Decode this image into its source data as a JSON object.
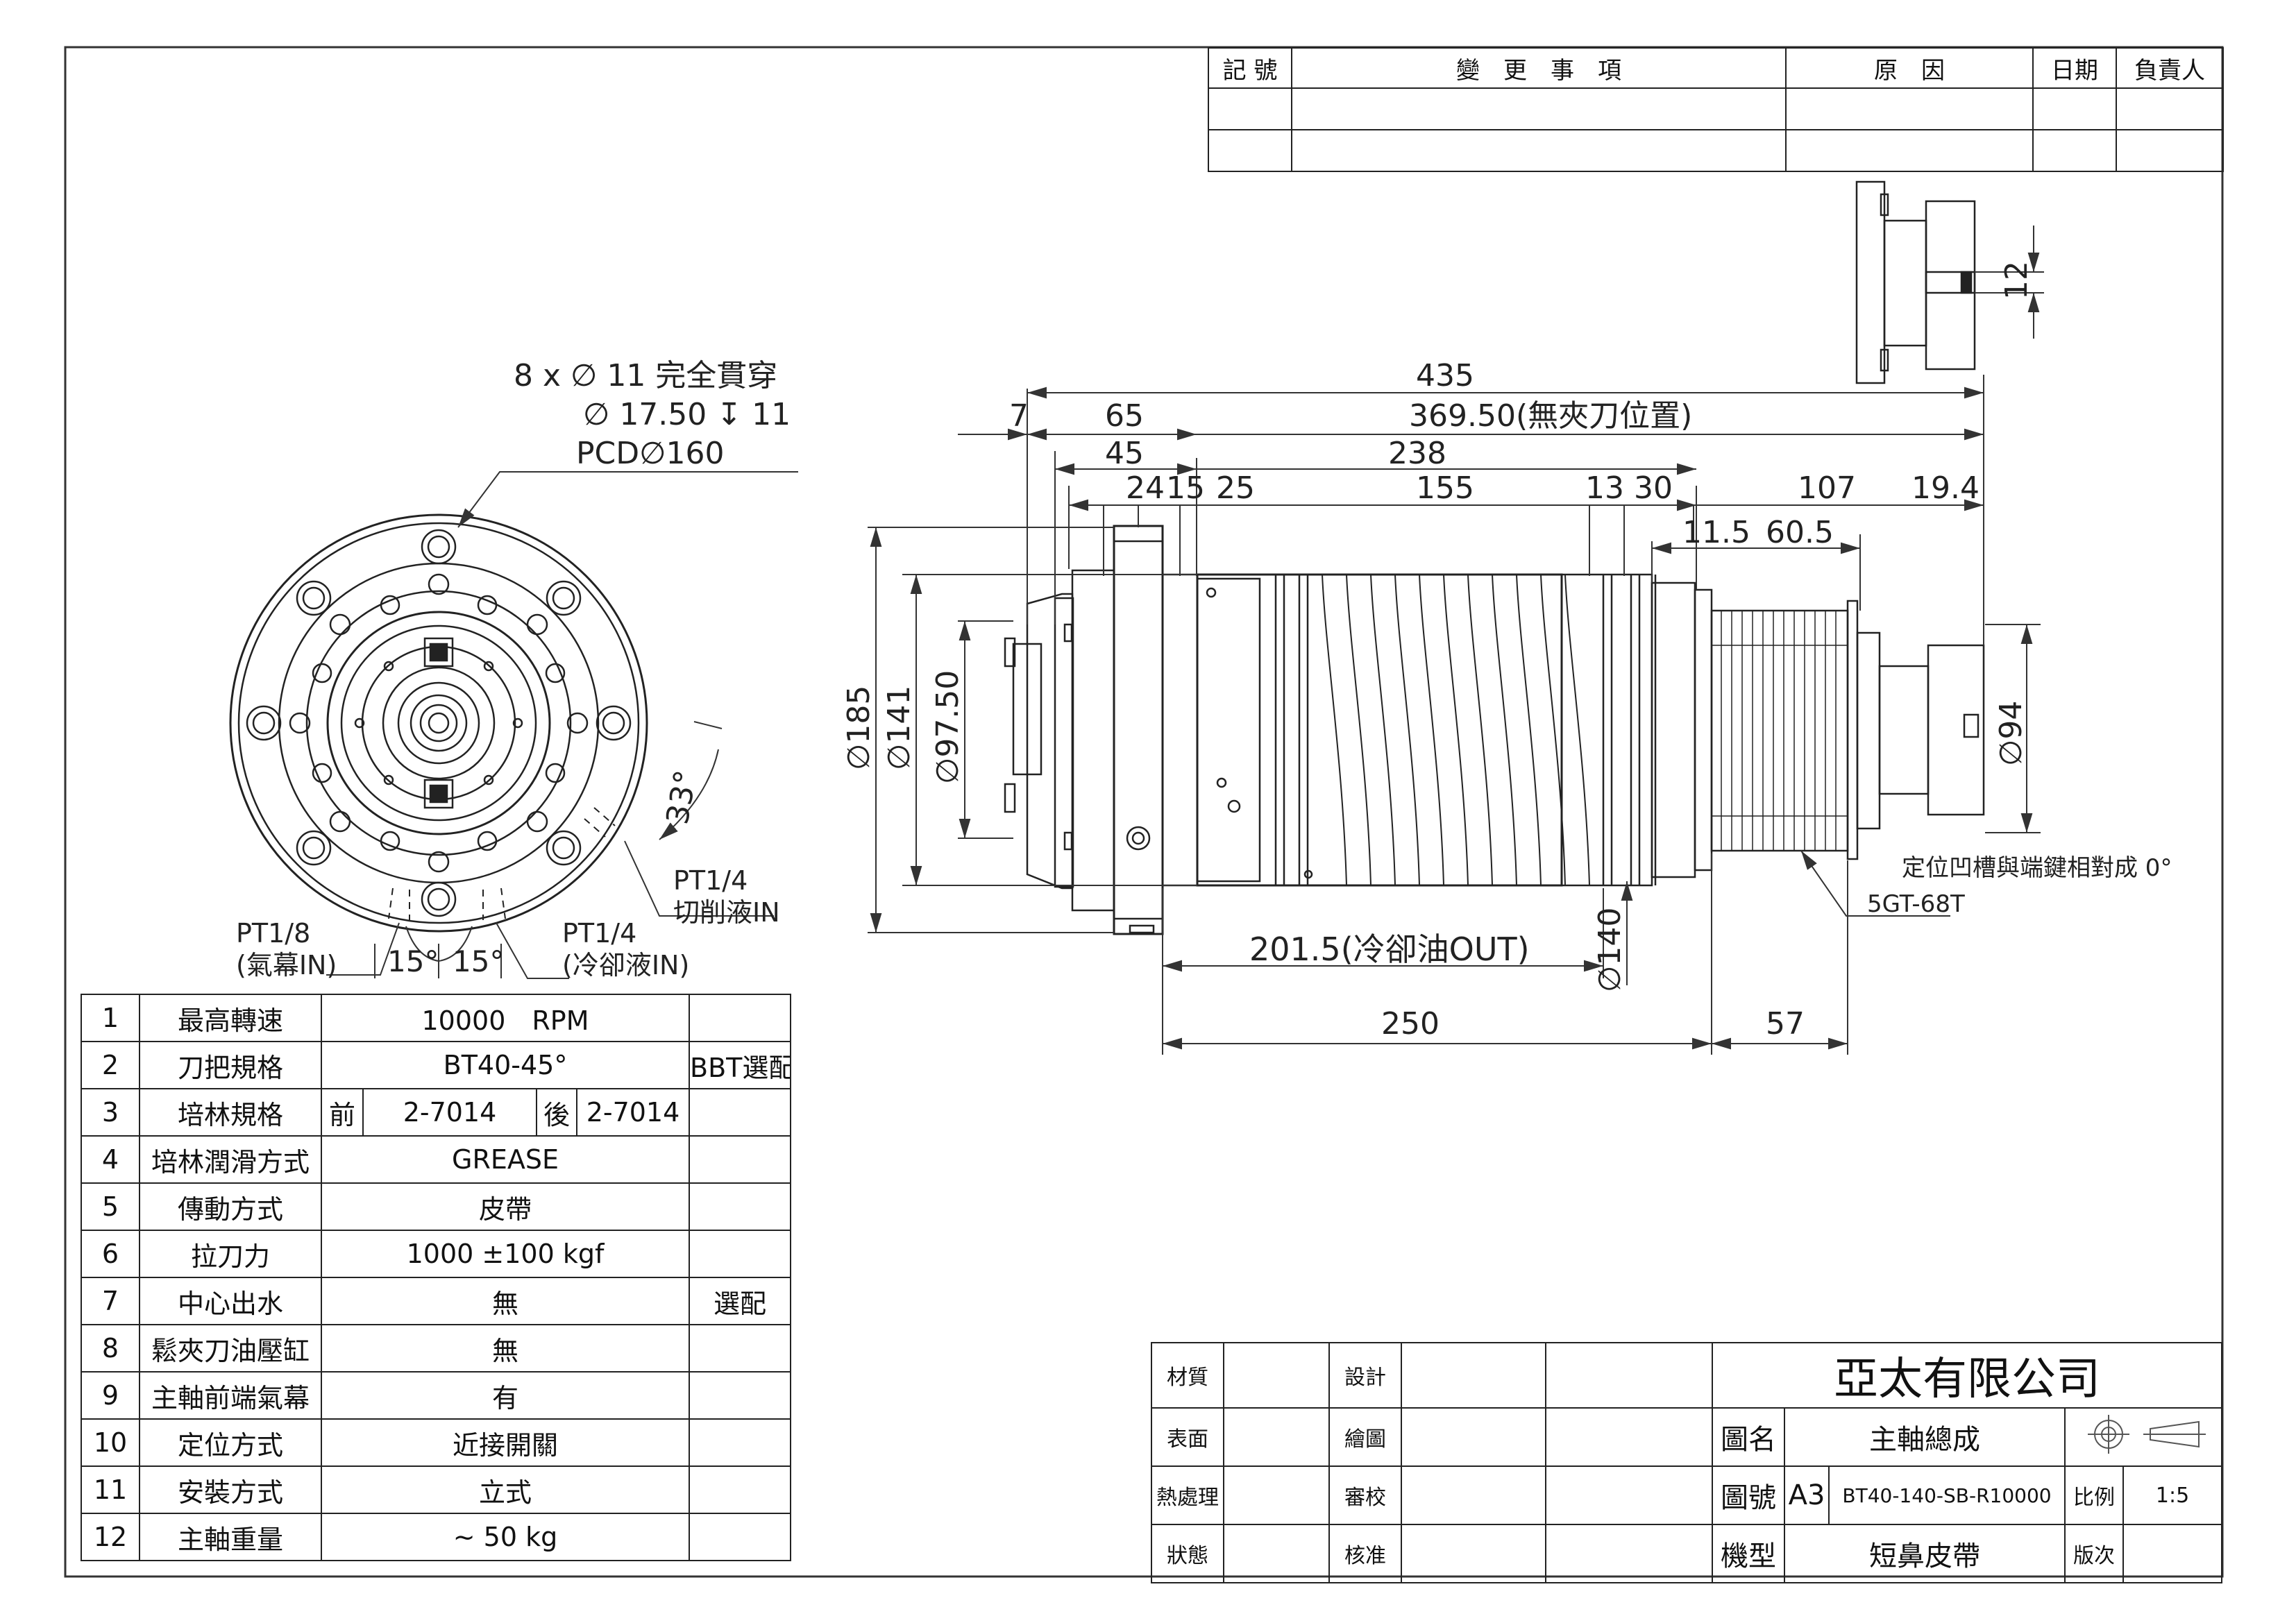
{
  "revision": {
    "headers": [
      "記 號",
      "變　更　事　項",
      "原　因",
      "日期",
      "負責人"
    ]
  },
  "notes": {
    "hole_spec_line1": "8 x ∅ 11 完全貫穿",
    "hole_spec_line2": "∅ 17.50 ↧ 11",
    "pcd": "PCD∅160",
    "port_air": "PT1/8",
    "port_air_label": "(氣幕IN)",
    "port_coolant": "PT1/4",
    "port_coolant_label": "(冷卻液IN)",
    "port_cutting": "PT1/4",
    "port_cutting_label": "切削液IN",
    "angle_33": "33°",
    "angle_15a": "15°",
    "angle_15b": "15°",
    "keyway_note": "定位凹槽與端鍵相對成 0°",
    "belt": "5GT-68T"
  },
  "dimensions": {
    "d435": "435",
    "d369": "369.50(無夾刀位置)",
    "d7": "7",
    "d65": "65",
    "d45": "45",
    "d238": "238",
    "d24": "24",
    "d15": "15",
    "d25": "25",
    "d155": "155",
    "d13": "13",
    "d30": "30",
    "d107": "107",
    "d19_4": "19.4",
    "d11_5": "11.5",
    "d60_5": "60.5",
    "dia185": "∅185",
    "dia141": "∅141",
    "dia97": "∅97.50",
    "dia140": "∅140",
    "dia94": "∅94",
    "d12": "12",
    "d201": "201.5(冷卻油OUT)",
    "d250": "250",
    "d57": "57"
  },
  "specs": [
    {
      "no": "1",
      "item": "最高轉速",
      "value": "10000　RPM",
      "note": ""
    },
    {
      "no": "2",
      "item": "刀把規格",
      "value": "BT40-45°",
      "note": "BBT選配"
    },
    {
      "no": "3",
      "item": "培林規格",
      "front_label": "前",
      "front": "2-7014",
      "rear_label": "後",
      "rear": "2-7014",
      "note": ""
    },
    {
      "no": "4",
      "item": "培林潤滑方式",
      "value": "GREASE",
      "note": ""
    },
    {
      "no": "5",
      "item": "傳動方式",
      "value": "皮帶",
      "note": ""
    },
    {
      "no": "6",
      "item": "拉刀力",
      "value": "1000 ±100 kgf",
      "note": ""
    },
    {
      "no": "7",
      "item": "中心出水",
      "value": "無",
      "note": "選配"
    },
    {
      "no": "8",
      "item": "鬆夾刀油壓缸",
      "value": "無",
      "note": ""
    },
    {
      "no": "9",
      "item": "主軸前端氣幕",
      "value": "有",
      "note": ""
    },
    {
      "no": "10",
      "item": "定位方式",
      "value": "近接開關",
      "note": ""
    },
    {
      "no": "11",
      "item": "安裝方式",
      "value": "立式",
      "note": ""
    },
    {
      "no": "12",
      "item": "主軸重量",
      "value": "~ 50 kg",
      "note": ""
    }
  ],
  "title_block": {
    "material": "材質",
    "surface": "表面",
    "heat": "熱處理",
    "state": "狀態",
    "design": "設計",
    "draw": "繪圖",
    "check": "審校",
    "approve": "核准",
    "company": "亞太有限公司",
    "name_label": "圖名",
    "name": "主軸總成",
    "number_label": "圖號",
    "size": "A3",
    "number": "BT40-140-SB-R10000",
    "scale_label": "比例",
    "scale": "1:5",
    "model_label": "機型",
    "model": "短鼻皮帶",
    "version_label": "版次"
  }
}
